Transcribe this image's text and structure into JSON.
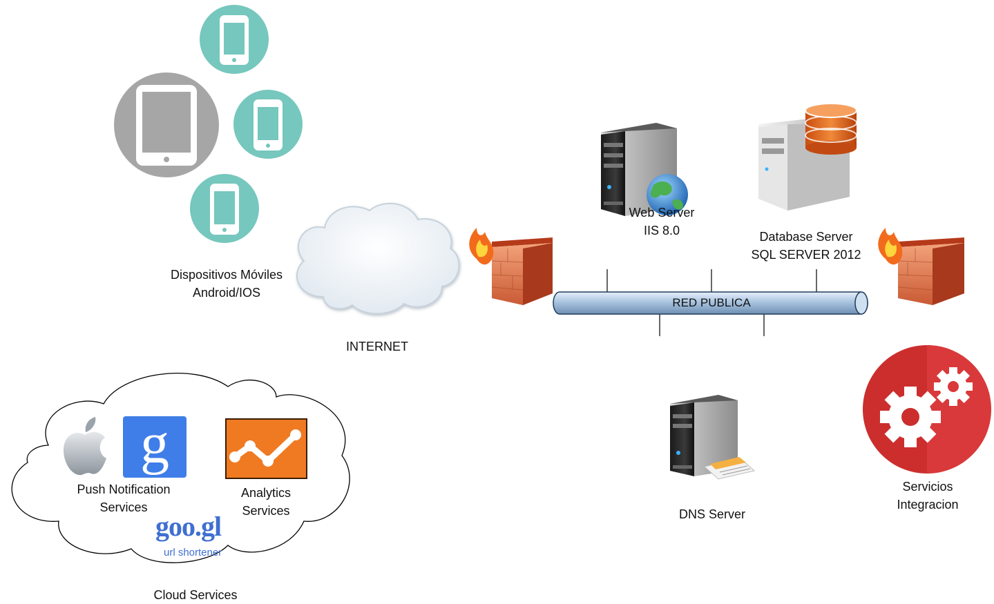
{
  "devices": {
    "label_line1": "Dispositivos Móviles",
    "label_line2": "Android/IOS"
  },
  "internet": {
    "label": "INTERNET"
  },
  "network": {
    "label": "RED PUBLICA"
  },
  "web_server": {
    "label_line1": "Web Server",
    "label_line2": "IIS 8.0"
  },
  "database_server": {
    "label_line1": "Database Server",
    "label_line2": "SQL SERVER 2012"
  },
  "dns_server": {
    "label": "DNS Server"
  },
  "integration": {
    "label_line1": "Servicios",
    "label_line2": "Integracion"
  },
  "cloud_services": {
    "label": "Cloud Services",
    "push_line1": "Push Notification",
    "push_line2": "Services",
    "analytics_line1": "Analytics",
    "analytics_line2": "Services",
    "google_letter": "g",
    "googl_logo": "goo.gl",
    "googl_sub": "url shortener"
  },
  "colors": {
    "teal": "#76c7bd",
    "gray": "#a6a6a6",
    "pipe": "#a9c4e0",
    "red": "#cc2e2e",
    "orange": "#f07a22",
    "google_blue": "#3f7ee8"
  },
  "icons": [
    "phone-icon",
    "tablet-icon",
    "cloud-icon",
    "firewall-icon",
    "server-icon",
    "globe-icon",
    "database-icon",
    "gears-icon",
    "apple-icon",
    "google-icon",
    "analytics-icon"
  ]
}
